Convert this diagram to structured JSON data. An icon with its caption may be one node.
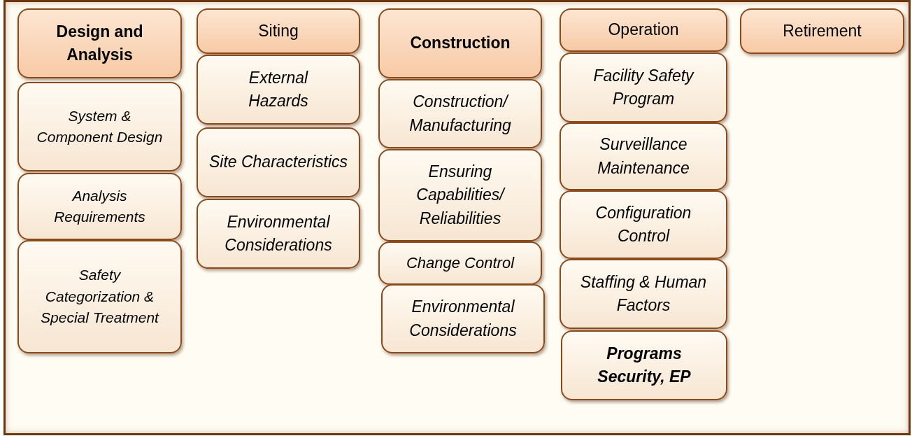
{
  "diagram": {
    "nodes": [
      {
        "text": [
          "Design and Analysis"
        ]
      },
      {
        "text": [
          "System & Component Design"
        ]
      },
      {
        "text": [
          "Analysis Requirements"
        ]
      },
      {
        "text": [
          "Safety Categorization & Special Treatment"
        ]
      },
      {
        "text": [
          "Siting"
        ]
      },
      {
        "text": [
          "External Hazards"
        ]
      },
      {
        "text": [
          "Site Characteristics"
        ]
      },
      {
        "text": [
          "Environmental Considerations"
        ]
      },
      {
        "text": [
          "Construction"
        ]
      },
      {
        "text": [
          "Construction/ Manufacturing"
        ]
      },
      {
        "text": [
          "Ensuring Capabilities/ Reliabilities"
        ]
      },
      {
        "text": [
          "Change Control"
        ]
      },
      {
        "text": [
          "Environmental Considerations"
        ]
      },
      {
        "text": [
          "Operation"
        ]
      },
      {
        "text": [
          "Facility Safety Program"
        ]
      },
      {
        "text": [
          "Surveillance Maintenance"
        ]
      },
      {
        "text": [
          "Configuration Control"
        ]
      },
      {
        "text": [
          "Staffing & Human Factors"
        ]
      },
      {
        "text": [
          "Programs Security, EP"
        ]
      },
      {
        "text": [
          "Retirement"
        ]
      }
    ]
  }
}
